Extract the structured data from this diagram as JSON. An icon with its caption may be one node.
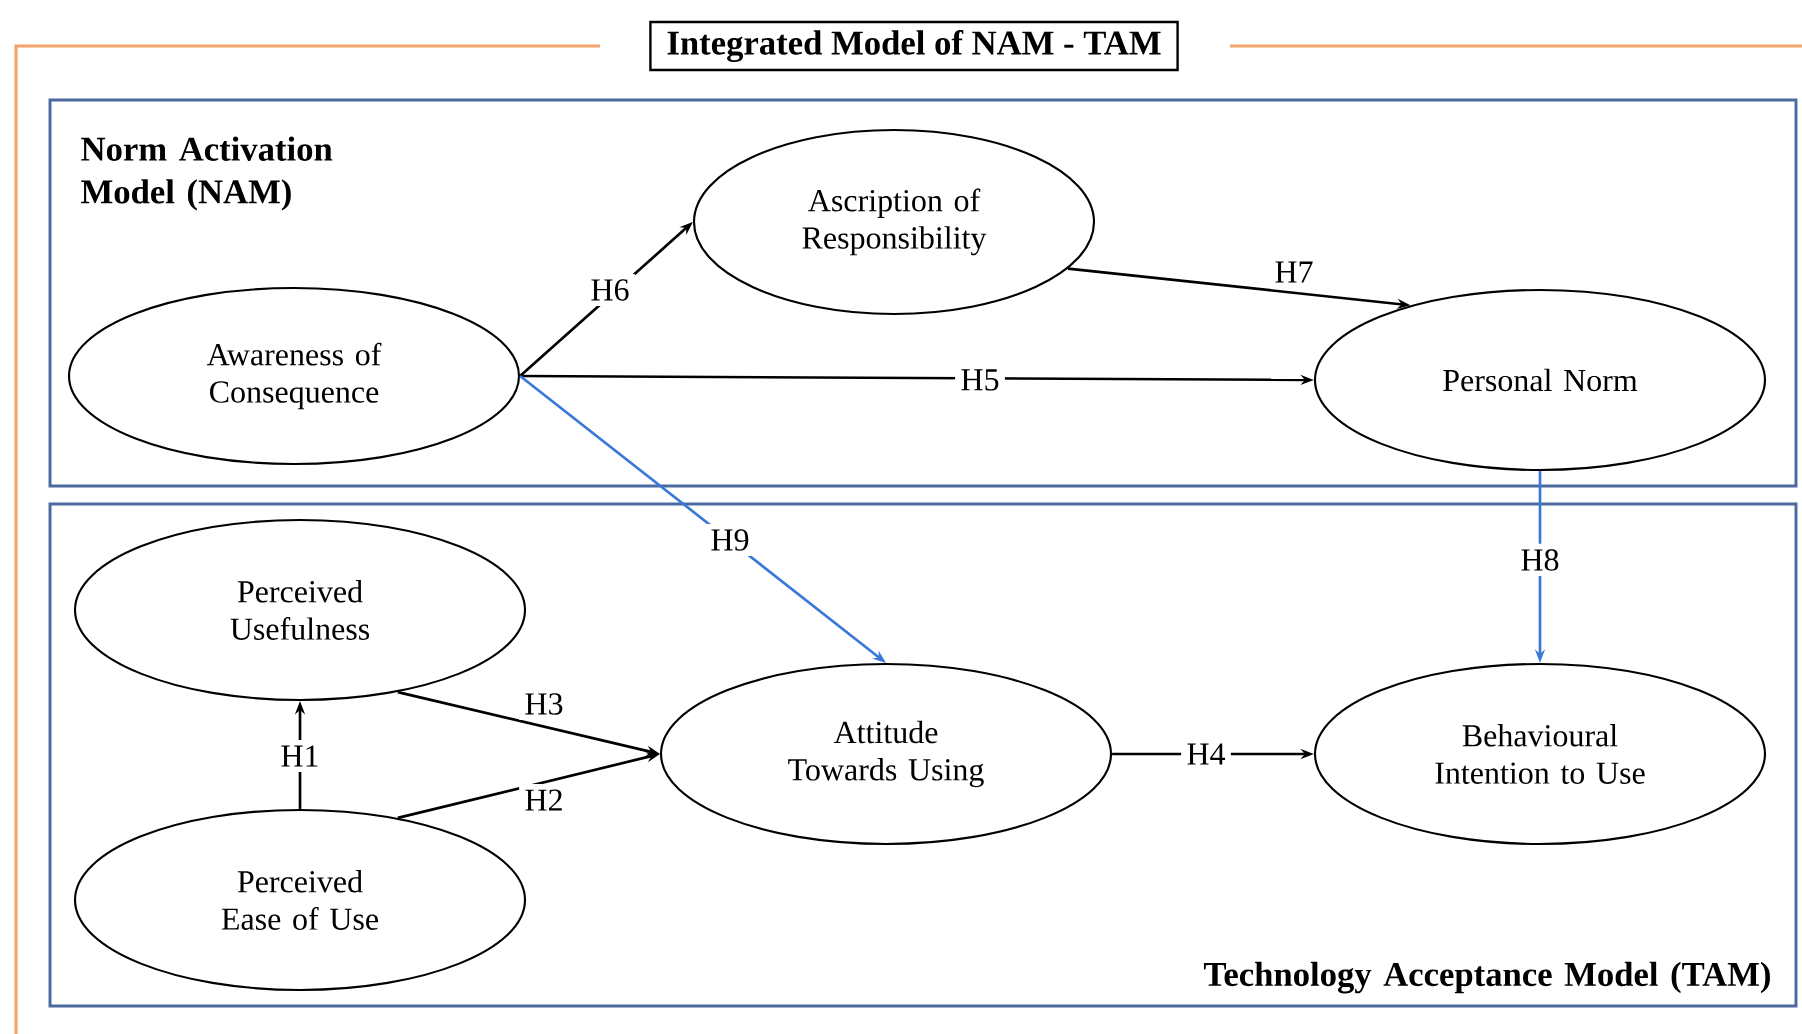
{
  "diagram": {
    "title": "Integrated Model of NAM - TAM",
    "nodes": [
      {
        "text": [
          "Norm Activation Model (NAM)"
        ]
      },
      {
        "text": [
          "Awareness of Consequence"
        ],
        "in": 0
      },
      {
        "text": [
          "Ascription of Responsibility"
        ],
        "in": 0
      },
      {
        "text": [
          "Personal Norm"
        ],
        "in": 0
      },
      {
        "text": [
          "Technology Acceptance Model (TAM)"
        ]
      },
      {
        "text": [
          "Perceived Usefulness"
        ],
        "in": 4
      },
      {
        "text": [
          "Perceived Ease of Use"
        ],
        "in": 4
      },
      {
        "text": [
          "Attitude Towards Using"
        ],
        "in": 4
      },
      {
        "text": [
          "Behavioural Intention to Use"
        ],
        "in": 4
      }
    ],
    "edges": [
      {
        "from": 1,
        "to": 2,
        "arrow": "to",
        "label": "H6"
      },
      {
        "from": 2,
        "to": 3,
        "arrow": "to",
        "label": "H7"
      },
      {
        "from": 1,
        "to": 3,
        "arrow": "to",
        "label": "H5"
      },
      {
        "from": 1,
        "to": 7,
        "arrow": "to",
        "label": "H9",
        "color": "#3a78d8"
      },
      {
        "from": 3,
        "to": 8,
        "arrow": "to",
        "label": "H8",
        "color": "#3a78d8"
      },
      {
        "from": 6,
        "to": 5,
        "arrow": "to",
        "label": "H1"
      },
      {
        "from": 5,
        "to": 7,
        "arrow": "to",
        "label": "H3"
      },
      {
        "from": 6,
        "to": 7,
        "arrow": "to",
        "label": "H2"
      },
      {
        "from": 7,
        "to": 8,
        "arrow": "to",
        "label": "H4"
      }
    ]
  }
}
